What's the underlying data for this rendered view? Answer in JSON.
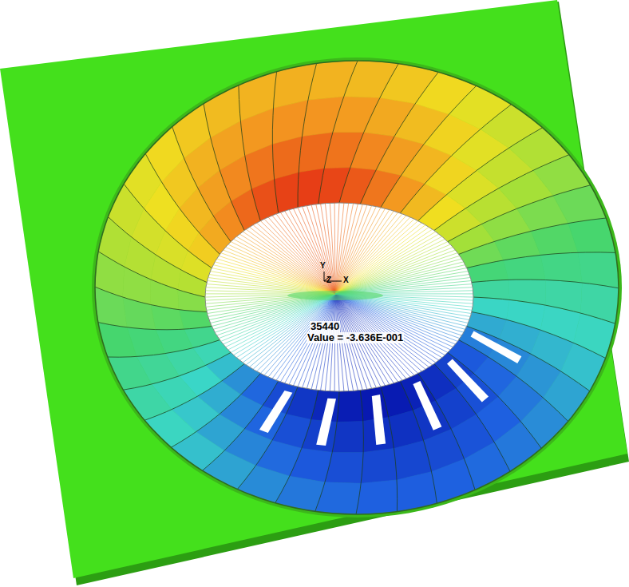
{
  "diagram": {
    "labels": [
      "Y",
      "Z",
      "X",
      "35440",
      "Value = -3.636E-001"
    ]
  }
}
